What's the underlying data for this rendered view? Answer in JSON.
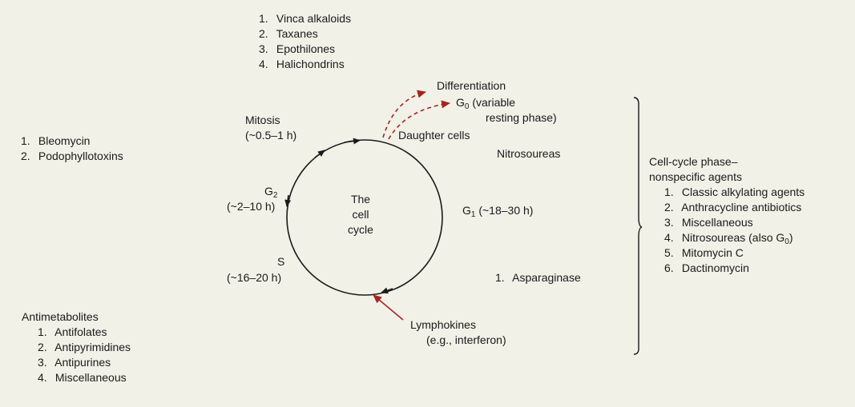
{
  "cycle": {
    "center_line1": "The",
    "center_line2": "cell",
    "center_line3": "cycle",
    "mitosis_name": "Mitosis",
    "mitosis_time": "(~0.5–1 h)",
    "g2_base": "G",
    "g2_sub": "2",
    "g2_time": "(~2–10 h)",
    "s_name": "S",
    "s_time": "(~16–20 h)",
    "g1_base": "G",
    "g1_sub": "1",
    "g1_time": "(~18–30 h)",
    "daughter_cells": "Daughter cells",
    "differentiation": "Differentiation",
    "g0_base": "G",
    "g0_sub": "0",
    "g0_line1": "(variable",
    "g0_line2": "resting phase)",
    "lymphokines_line1": "Lymphokines",
    "lymphokines_line2": "(e.g., interferon)"
  },
  "mitosis_agents": [
    {
      "num": "1.",
      "name": "Vinca alkaloids"
    },
    {
      "num": "2.",
      "name": "Taxanes"
    },
    {
      "num": "3.",
      "name": "Epothilones"
    },
    {
      "num": "4.",
      "name": "Halichondrins"
    }
  ],
  "g2_agents": [
    {
      "num": "1.",
      "name": "Bleomycin"
    },
    {
      "num": "2.",
      "name": "Podophyllotoxins"
    }
  ],
  "antimetabolites": {
    "title": "Antimetabolites",
    "items": [
      {
        "num": "1.",
        "name": "Antifolates"
      },
      {
        "num": "2.",
        "name": "Antipyrimidines"
      },
      {
        "num": "3.",
        "name": "Antipurines"
      },
      {
        "num": "4.",
        "name": "Miscellaneous"
      }
    ]
  },
  "g1_agents": {
    "nitrosoureas": "Nitrosoureas",
    "asparaginase_num": "1.",
    "asparaginase": "Asparaginase"
  },
  "nonspecific": {
    "title_line1": "Cell-cycle phase–",
    "title_line2": "nonspecific agents",
    "items": [
      {
        "num": "1.",
        "name": "Classic alkylating agents"
      },
      {
        "num": "2.",
        "name": "Anthracycline antibiotics"
      },
      {
        "num": "3.",
        "name": "Miscellaneous"
      },
      {
        "num": "4.",
        "name": "Nitrosoureas (also G",
        "sub": "0",
        "tail": ")"
      },
      {
        "num": "5.",
        "name": "Mitomycin C"
      },
      {
        "num": "6.",
        "name": "Dactinomycin"
      }
    ]
  },
  "colors": {
    "background": "#f1f1e8",
    "text": "#1a1a1a",
    "line": "#1a1a1a",
    "accent_red": "#a8241e"
  }
}
